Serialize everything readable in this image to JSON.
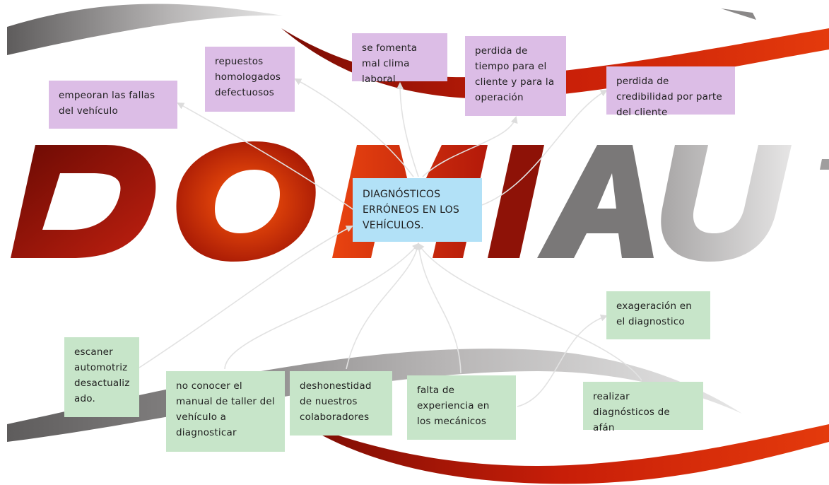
{
  "background": {
    "watermark_letters": [
      "D",
      "O",
      "M",
      "I",
      "A",
      "U"
    ],
    "colors": {
      "dark_red": "#8a0f05",
      "orange": "#f04a0a",
      "gray": "#777575",
      "light_gray": "#c9c7c7"
    }
  },
  "central": {
    "text": "DIAGNÓSTICOS ERRÓNEOS EN LOS VEHÍCULOS."
  },
  "effects": [
    {
      "text": "empeoran las fallas del vehículo"
    },
    {
      "text": "repuestos homologados defectuosos"
    },
    {
      "text": "se fomenta mal clima laboral"
    },
    {
      "text": "perdida de tiempo para el cliente y para la operación"
    },
    {
      "text": "perdida de credibilidad por parte del cliente"
    }
  ],
  "causes": [
    {
      "text": "escaner automotriz desactualiz ado."
    },
    {
      "text": "no conocer el manual de taller del vehículo a diagnosticar"
    },
    {
      "text": "deshonestidad de nuestros colaboradores"
    },
    {
      "text": "falta de experiencia en los mecánicos"
    },
    {
      "text": "realizar diagnósticos de afán"
    },
    {
      "text": "exageración en el diagnostico"
    }
  ]
}
